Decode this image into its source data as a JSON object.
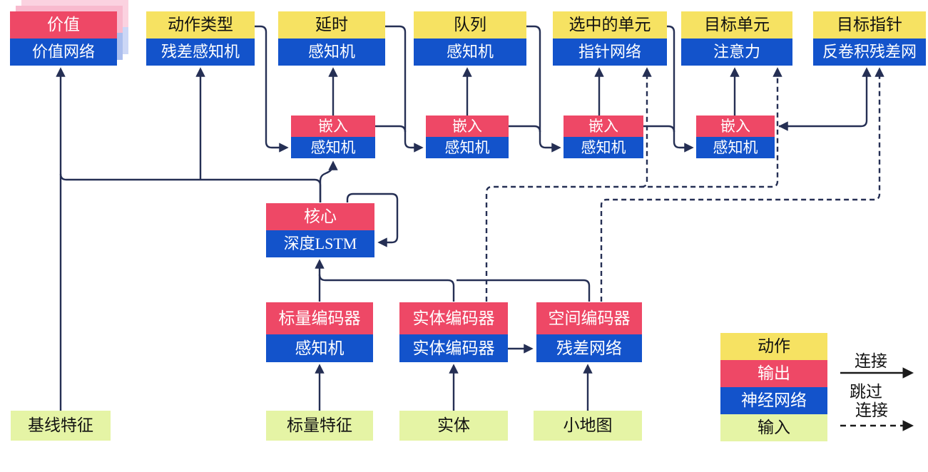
{
  "nodes": {
    "top_row": [
      {
        "head": "价值",
        "body": "价值网络",
        "head_type": "output"
      },
      {
        "head": "动作类型",
        "body": "残差感知机",
        "head_type": "action"
      },
      {
        "head": "延时",
        "body": "感知机",
        "head_type": "action"
      },
      {
        "head": "队列",
        "body": "感知机",
        "head_type": "action"
      },
      {
        "head": "选中的单元",
        "body": "指针网络",
        "head_type": "action"
      },
      {
        "head": "目标单元",
        "body": "注意力",
        "head_type": "action"
      },
      {
        "head": "目标指针",
        "body": "反卷积残差网",
        "head_type": "action"
      }
    ],
    "embed_row": [
      {
        "head": "嵌入",
        "body": "感知机"
      },
      {
        "head": "嵌入",
        "body": "感知机"
      },
      {
        "head": "嵌入",
        "body": "感知机"
      },
      {
        "head": "嵌入",
        "body": "感知机"
      }
    ],
    "core": {
      "head": "核心",
      "body": "深度LSTM"
    },
    "encoders": [
      {
        "head": "标量编码器",
        "body": "感知机"
      },
      {
        "head": "实体编码器",
        "body": "实体编码器"
      },
      {
        "head": "空间编码器",
        "body": "残差网络"
      }
    ],
    "inputs": [
      {
        "label": "基线特征"
      },
      {
        "label": "标量特征"
      },
      {
        "label": "实体"
      },
      {
        "label": "小地图"
      }
    ]
  },
  "legend": {
    "swatches": [
      {
        "label": "动作",
        "color": "#f6e262"
      },
      {
        "label": "输出",
        "color": "#ee4866"
      },
      {
        "label": "神经网络",
        "color": "#1353cb"
      },
      {
        "label": "输入",
        "color": "#e5f4a5"
      }
    ],
    "solid_arrow_label": "连接",
    "dashed_arrow_label_line1": "跳过",
    "dashed_arrow_label_line2": "连接"
  },
  "colors": {
    "action_yellow": "#f6e262",
    "output_red": "#ee4866",
    "network_blue": "#1353cb",
    "input_green": "#e5f4a5",
    "wire_navy": "#252f54",
    "legend_arrow_black": "#1a1a1a",
    "shadow_pink": "#f8bace",
    "shadow_blue": "#abbeee"
  }
}
